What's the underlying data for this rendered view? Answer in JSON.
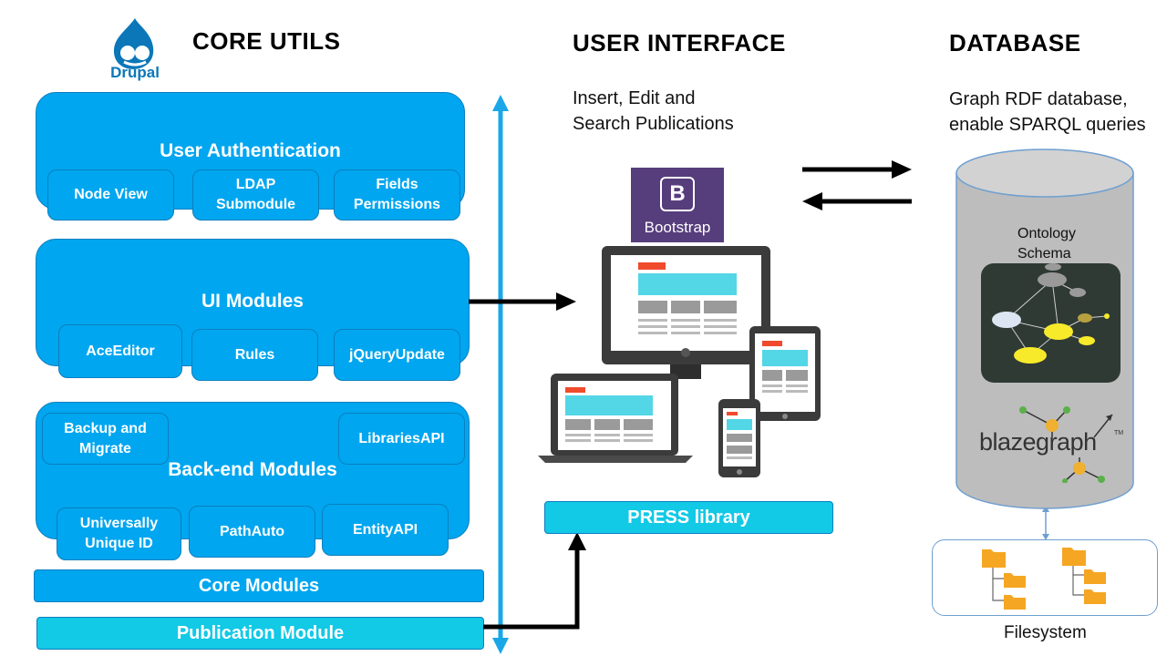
{
  "drupal": {
    "label": "Drupal"
  },
  "headings": {
    "core_utils": "CORE UTILS",
    "user_interface": "USER INTERFACE",
    "database": "DATABASE"
  },
  "ui_description": {
    "line1": "Insert, Edit and",
    "line2": "Search Publications"
  },
  "db_description": {
    "line1": "Graph RDF  database,",
    "line2": "enable SPARQL queries"
  },
  "user_auth": {
    "title": "User Authentication",
    "subs": [
      "Node View",
      "LDAP",
      "Submodule",
      "Fields",
      "Permissions"
    ]
  },
  "ui_modules": {
    "title": "UI Modules",
    "subs": [
      "AceEditor",
      "Rules",
      "jQueryUpdate"
    ]
  },
  "backend_modules": {
    "title": "Back-end Modules",
    "backup_line1": "Backup and",
    "backup_line2": "Migrate",
    "libraries": "LibrariesAPI",
    "uuid_line1": "Universally",
    "uuid_line2": "Unique ID",
    "pathauto": "PathAuto",
    "entity": "EntityAPI"
  },
  "core_modules": "Core Modules",
  "publication_module": "Publication Module",
  "bootstrap": {
    "letter": "B",
    "label": "Bootstrap"
  },
  "press_library": "PRESS library",
  "ontology": {
    "line1": "Ontology",
    "line2": "Schema"
  },
  "blazegraph": {
    "label": "blazegraph",
    "tm": "TM"
  },
  "filesystem": "Filesystem",
  "colors": {
    "module_blue": "#00a6ef",
    "teal": "#12c9e6",
    "bootstrap_purple": "#563d7c",
    "cylinder_gray": "#bdbdbd"
  }
}
